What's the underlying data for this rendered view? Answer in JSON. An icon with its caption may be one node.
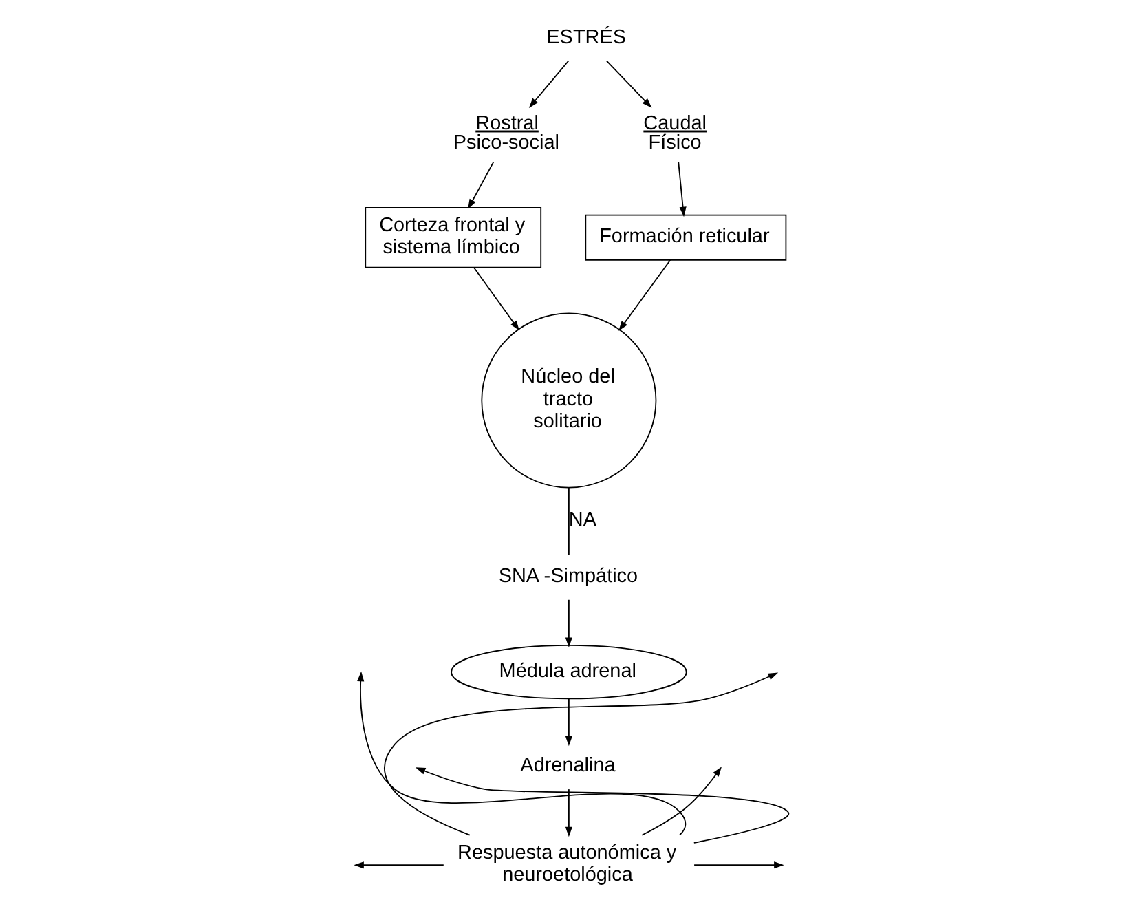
{
  "diagram": {
    "nodes": [
      {
        "text": [
          "ESTRÉS"
        ]
      },
      {
        "text": [
          "Rostral",
          "Psico-social"
        ]
      },
      {
        "text": [
          "Caudal",
          "Físico"
        ]
      },
      {
        "text": [
          "Corteza frontal y sistema límbico"
        ]
      },
      {
        "text": [
          "Formación reticular"
        ]
      },
      {
        "text": [
          "Núcleo del tracto solitario"
        ]
      },
      {
        "text": [
          "SNA -Simpático"
        ]
      },
      {
        "text": [
          "Médula adrenal"
        ]
      },
      {
        "text": [
          "Adrenalina"
        ]
      },
      {
        "text": [
          "Respuesta autonómica y neuroetológica"
        ]
      }
    ],
    "edges": [
      {
        "from": 0,
        "to": 1,
        "arrow": "to"
      },
      {
        "from": 0,
        "to": 2,
        "arrow": "to"
      },
      {
        "from": 1,
        "to": 3,
        "arrow": "to"
      },
      {
        "from": 3,
        "to": 5,
        "arrow": "to"
      },
      {
        "from": 2,
        "to": 4,
        "arrow": "to"
      },
      {
        "from": 4,
        "to": 5,
        "arrow": "to"
      },
      {
        "from": 5,
        "to": 6,
        "arrow": "none",
        "label": "NA"
      },
      {
        "from": 6,
        "to": 7,
        "arrow": "to"
      },
      {
        "from": 7,
        "to": 8,
        "arrow": "to"
      },
      {
        "from": 8,
        "to": 9,
        "arrow": "to"
      },
      {
        "from": 9,
        "to": null,
        "arrow": "to"
      },
      {
        "from": 9,
        "to": null,
        "arrow": "to"
      },
      {
        "from": 9,
        "to": null,
        "arrow": "to"
      },
      {
        "from": 9,
        "to": null,
        "arrow": "to"
      },
      {
        "from": 9,
        "to": null,
        "arrow": "to"
      },
      {
        "from": 9,
        "to": null,
        "arrow": "to"
      }
    ]
  }
}
